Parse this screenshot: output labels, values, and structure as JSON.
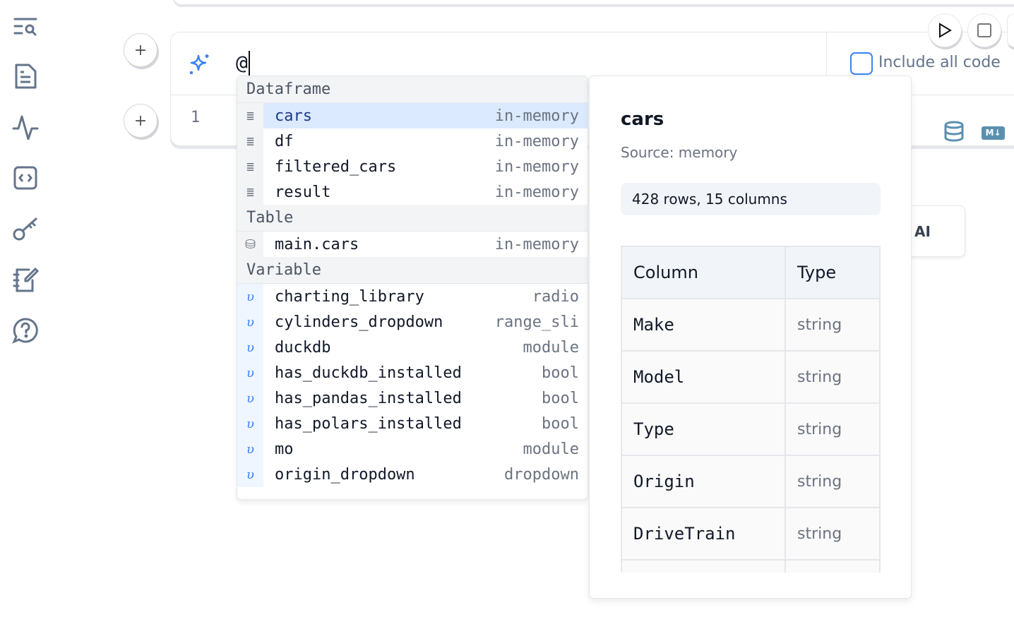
{
  "sidebar": {
    "items": [
      {
        "icon": "outline-search-icon"
      },
      {
        "icon": "document-icon"
      },
      {
        "icon": "activity-icon"
      },
      {
        "icon": "code-bracket-icon"
      },
      {
        "icon": "key-icon"
      },
      {
        "icon": "notebook-pen-icon"
      },
      {
        "icon": "help-icon"
      }
    ]
  },
  "cell": {
    "prompt_value": "@",
    "line_number": "1",
    "include_all_code_label": "Include all code",
    "include_all_code_checked": false
  },
  "ai_button_label": "AI",
  "dropdown": {
    "sections": [
      {
        "title": "Dataframe",
        "items": [
          {
            "name": "cars",
            "type": "in-memory",
            "icon": "table-icon",
            "selected": true
          },
          {
            "name": "df",
            "type": "in-memory",
            "icon": "table-icon"
          },
          {
            "name": "filtered_cars",
            "type": "in-memory",
            "icon": "table-icon"
          },
          {
            "name": "result",
            "type": "in-memory",
            "icon": "table-icon"
          }
        ]
      },
      {
        "title": "Table",
        "items": [
          {
            "name": "main.cars",
            "type": "in-memory",
            "icon": "database-icon"
          }
        ]
      },
      {
        "title": "Variable",
        "items": [
          {
            "name": "charting_library",
            "type": "radio",
            "icon": "variable-icon"
          },
          {
            "name": "cylinders_dropdown",
            "type": "range_sli",
            "icon": "variable-icon"
          },
          {
            "name": "duckdb",
            "type": "module",
            "icon": "variable-icon"
          },
          {
            "name": "has_duckdb_installed",
            "type": "bool",
            "icon": "variable-icon"
          },
          {
            "name": "has_pandas_installed",
            "type": "bool",
            "icon": "variable-icon"
          },
          {
            "name": "has_polars_installed",
            "type": "bool",
            "icon": "variable-icon"
          },
          {
            "name": "mo",
            "type": "module",
            "icon": "variable-icon"
          },
          {
            "name": "origin_dropdown",
            "type": "dropdown",
            "icon": "variable-icon"
          }
        ]
      }
    ]
  },
  "info": {
    "title": "cars",
    "source": "Source: memory",
    "summary": "428 rows, 15 columns",
    "headers": [
      "Column",
      "Type"
    ],
    "rows": [
      [
        "Make",
        "string"
      ],
      [
        "Model",
        "string"
      ],
      [
        "Type",
        "string"
      ],
      [
        "Origin",
        "string"
      ],
      [
        "DriveTrain",
        "string"
      ]
    ]
  }
}
